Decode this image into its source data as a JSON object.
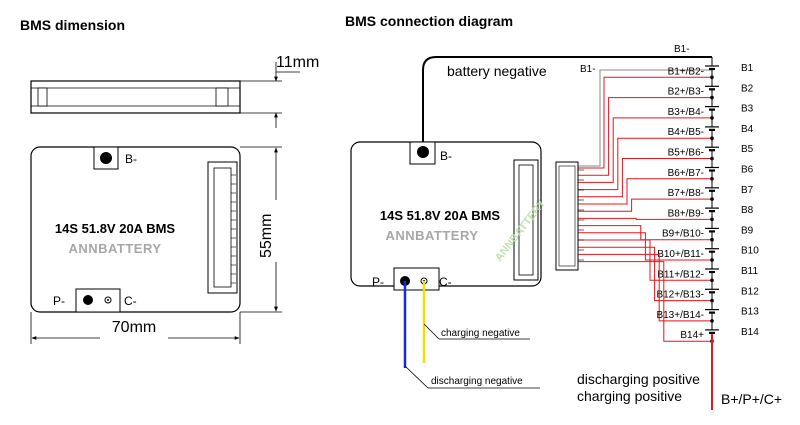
{
  "left_panel": {
    "title": "BMS dimension",
    "thickness_label": "11mm",
    "height_label": "55mm",
    "width_label": "70mm",
    "board_model": "14S 51.8V 20A BMS",
    "board_brand": "ANNBATTERY",
    "pin_b_minus": "B-",
    "pin_p_minus": "P-",
    "pin_c_minus": "C-"
  },
  "right_panel": {
    "title": "BMS connection diagram",
    "battery_negative_label": "battery negative",
    "b1_minus_left": "B1-",
    "b1_minus_top": "B1-",
    "board_model": "14S 51.8V 20A BMS",
    "board_brand": "ANNBATTERY",
    "watermark": "ANNBATTERY",
    "pin_b_minus": "B-",
    "pin_p_minus": "P-",
    "pin_c_minus": "C-",
    "charging_negative_label": "charging negative",
    "discharging_negative_label": "discharging negative",
    "discharging_positive_label": "discharging positive",
    "charging_positive_label": "charging positive",
    "terminal_positive_label": "B+/P+/C+",
    "wire_colors": {
      "balance": "#e8141b",
      "negative": "#000000",
      "discharge": "#1a2ad6",
      "charge": "#f2df00"
    },
    "balance_labels": [
      "B1+/B2-",
      "B2+/B3-",
      "B3+/B4-",
      "B4+/B5-",
      "B5+/B6-",
      "B6+/B7-",
      "B7+/B8-",
      "B8+/B9-",
      "B9+/B10-",
      "B10+/B11-",
      "B11+/B12-",
      "B12+/B13-",
      "B13+/B14-",
      "B14+"
    ],
    "cell_labels": [
      "B1",
      "B2",
      "B3",
      "B4",
      "B5",
      "B6",
      "B7",
      "B8",
      "B9",
      "B10",
      "B11",
      "B12",
      "B13",
      "B14"
    ]
  }
}
